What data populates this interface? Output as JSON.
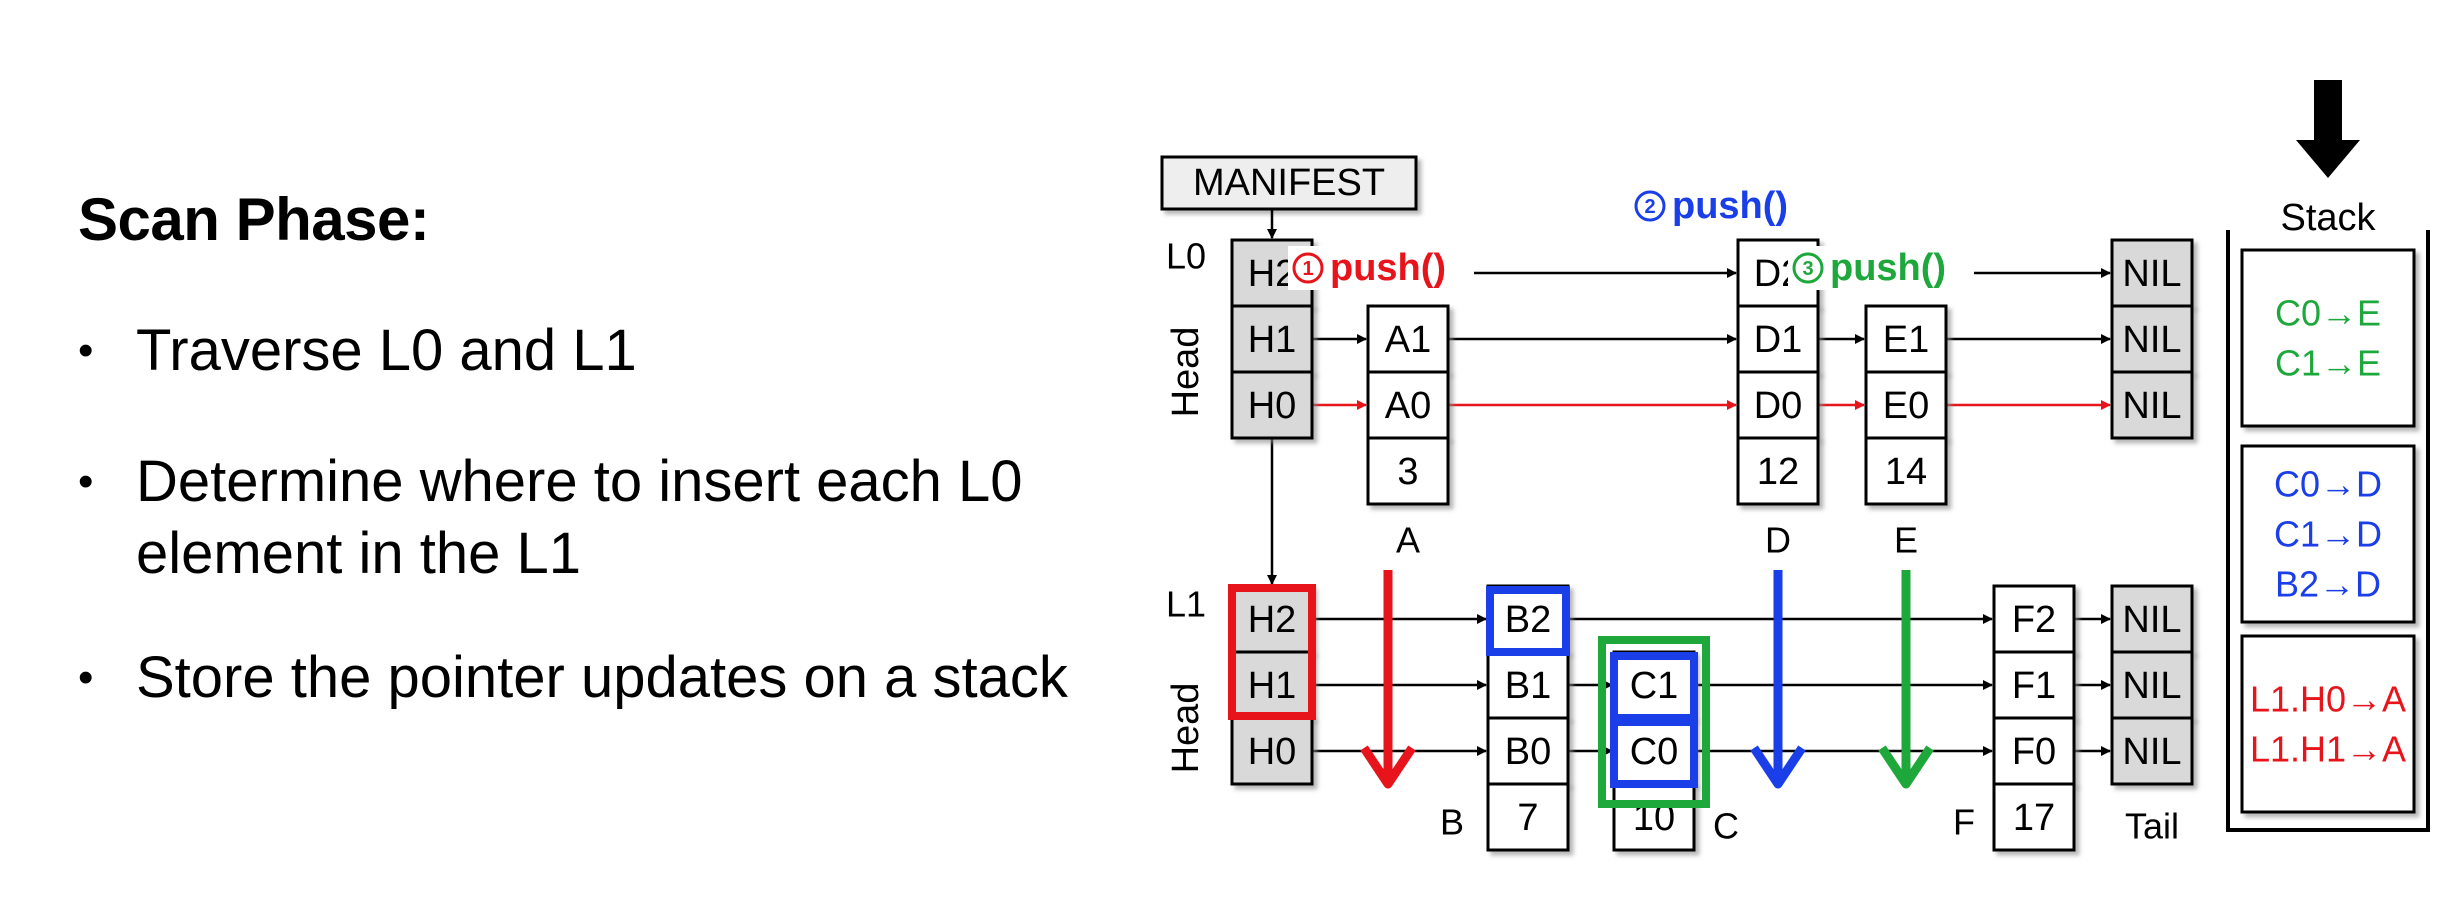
{
  "left": {
    "heading": "Scan Phase:",
    "bullets": [
      {
        "lines": [
          "Traverse L0 and L1"
        ]
      },
      {
        "lines": [
          "Determine where to insert each L0",
          "element in the L1"
        ]
      },
      {
        "lines": [
          "Store the pointer updates on a stack"
        ]
      }
    ]
  },
  "diagram": {
    "manifest": "MANIFEST",
    "l0": {
      "label": "L0",
      "head_label": "Head",
      "head_cells": [
        "H2",
        "H1",
        "H0"
      ],
      "nil_cells": [
        "NIL",
        "NIL",
        "NIL"
      ],
      "nodes": [
        {
          "id": "A",
          "cells": [
            "A1",
            "A0"
          ],
          "value": "3",
          "label": "A"
        },
        {
          "id": "D",
          "cells": [
            "D2",
            "D1",
            "D0"
          ],
          "value": "12",
          "label": "D"
        },
        {
          "id": "E",
          "cells": [
            "E1",
            "E0"
          ],
          "value": "14",
          "label": "E"
        }
      ]
    },
    "l1": {
      "label": "L1",
      "head_label": "Head",
      "head_cells": [
        "H2",
        "H1",
        "H0"
      ],
      "nil_cells": [
        "NIL",
        "NIL",
        "NIL"
      ],
      "tail_label": "Tail",
      "nodes": [
        {
          "id": "B",
          "cells": [
            "B2",
            "B1",
            "B0"
          ],
          "value": "7",
          "label": "B"
        },
        {
          "id": "C",
          "cells": [
            "C1",
            "C0"
          ],
          "value": "10",
          "label": "C"
        },
        {
          "id": "F",
          "cells": [
            "F2",
            "F1",
            "F0"
          ],
          "value": "17",
          "label": "F"
        }
      ]
    },
    "pushes": [
      {
        "num": "1",
        "text": "push()",
        "color": "#e8141c"
      },
      {
        "num": "2",
        "text": "push()",
        "color": "#1a3ee8"
      },
      {
        "num": "3",
        "text": "push()",
        "color": "#1ea83c"
      }
    ],
    "stack": {
      "label": "Stack",
      "entries": [
        {
          "lines": [
            "C0→E",
            "C1→E"
          ],
          "color": "#1ea83c"
        },
        {
          "lines": [
            "C0→D",
            "C1→D",
            "B2→D"
          ],
          "color": "#1a3ee8"
        },
        {
          "lines": [
            "L1.H0→A",
            "L1.H1→A"
          ],
          "color": "#e8141c"
        }
      ]
    },
    "colors": {
      "red": "#e8141c",
      "blue": "#1a3ee8",
      "green": "#1ea83c",
      "gray_cell": "#d9d9d9",
      "line": "#000000"
    }
  }
}
